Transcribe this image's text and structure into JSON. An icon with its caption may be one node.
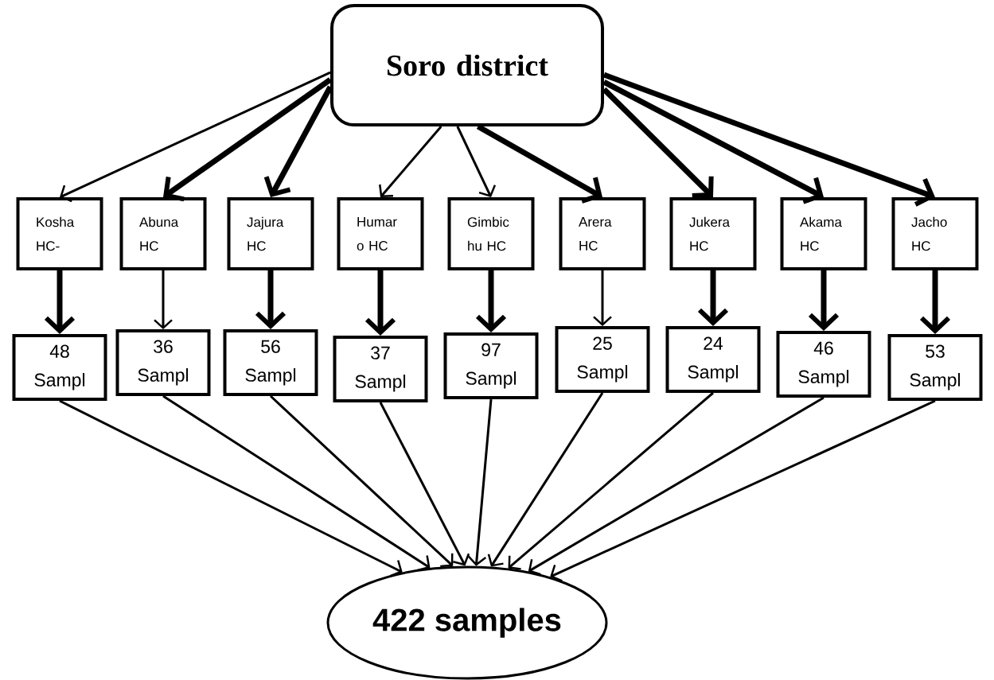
{
  "diagram": {
    "nodes": [
      {
        "text": [
          "Soro district"
        ]
      },
      {
        "text": [
          "Kosha HC-"
        ]
      },
      {
        "text": [
          "Abuna HC"
        ]
      },
      {
        "text": [
          "Jajura HC"
        ]
      },
      {
        "text": [
          "Humar o HC"
        ]
      },
      {
        "text": [
          "Gimbic hu HC"
        ]
      },
      {
        "text": [
          "Arera HC"
        ]
      },
      {
        "text": [
          "Jukera HC"
        ]
      },
      {
        "text": [
          "Akama HC"
        ]
      },
      {
        "text": [
          "Jacho HC"
        ]
      },
      {
        "text": [
          "48 Sampl"
        ]
      },
      {
        "text": [
          "36 Sampl"
        ]
      },
      {
        "text": [
          "56 Sampl"
        ]
      },
      {
        "text": [
          "37 Sampl"
        ]
      },
      {
        "text": [
          "97 Sampl"
        ]
      },
      {
        "text": [
          "25 Sampl"
        ]
      },
      {
        "text": [
          "24 Sampl"
        ]
      },
      {
        "text": [
          "46 Sampl"
        ]
      },
      {
        "text": [
          "53 Sampl"
        ]
      },
      {
        "text": [
          "422 samples"
        ]
      }
    ],
    "edges": [
      {
        "from": 0,
        "to": 1,
        "arrow": "to"
      },
      {
        "from": 0,
        "to": 2,
        "arrow": "to",
        "style": "thick"
      },
      {
        "from": 0,
        "to": 3,
        "arrow": "to",
        "style": "thick"
      },
      {
        "from": 0,
        "to": 4,
        "arrow": "to"
      },
      {
        "from": 0,
        "to": 5,
        "arrow": "to"
      },
      {
        "from": 0,
        "to": 6,
        "arrow": "to",
        "style": "thick"
      },
      {
        "from": 0,
        "to": 7,
        "arrow": "to",
        "style": "thick"
      },
      {
        "from": 0,
        "to": 8,
        "arrow": "to",
        "style": "thick"
      },
      {
        "from": 0,
        "to": 9,
        "arrow": "to",
        "style": "thick"
      },
      {
        "from": 1,
        "to": 10,
        "arrow": "to",
        "style": "thick"
      },
      {
        "from": 2,
        "to": 11,
        "arrow": "to"
      },
      {
        "from": 3,
        "to": 12,
        "arrow": "to",
        "style": "thick"
      },
      {
        "from": 4,
        "to": 13,
        "arrow": "to",
        "style": "thick"
      },
      {
        "from": 5,
        "to": 14,
        "arrow": "to",
        "style": "thick"
      },
      {
        "from": 6,
        "to": 15,
        "arrow": "to"
      },
      {
        "from": 7,
        "to": 16,
        "arrow": "to",
        "style": "thick"
      },
      {
        "from": 8,
        "to": 17,
        "arrow": "to",
        "style": "thick"
      },
      {
        "from": 9,
        "to": 18,
        "arrow": "to",
        "style": "thick"
      },
      {
        "from": 10,
        "to": 19,
        "arrow": "to"
      },
      {
        "from": 11,
        "to": 19,
        "arrow": "to"
      },
      {
        "from": 12,
        "to": 19,
        "arrow": "to"
      },
      {
        "from": 13,
        "to": 19,
        "arrow": "to"
      },
      {
        "from": 14,
        "to": 19,
        "arrow": "to"
      },
      {
        "from": 15,
        "to": 19,
        "arrow": "to"
      },
      {
        "from": 16,
        "to": 19,
        "arrow": "to"
      },
      {
        "from": 17,
        "to": 19,
        "arrow": "to"
      },
      {
        "from": 18,
        "to": 19,
        "arrow": "to"
      }
    ]
  }
}
